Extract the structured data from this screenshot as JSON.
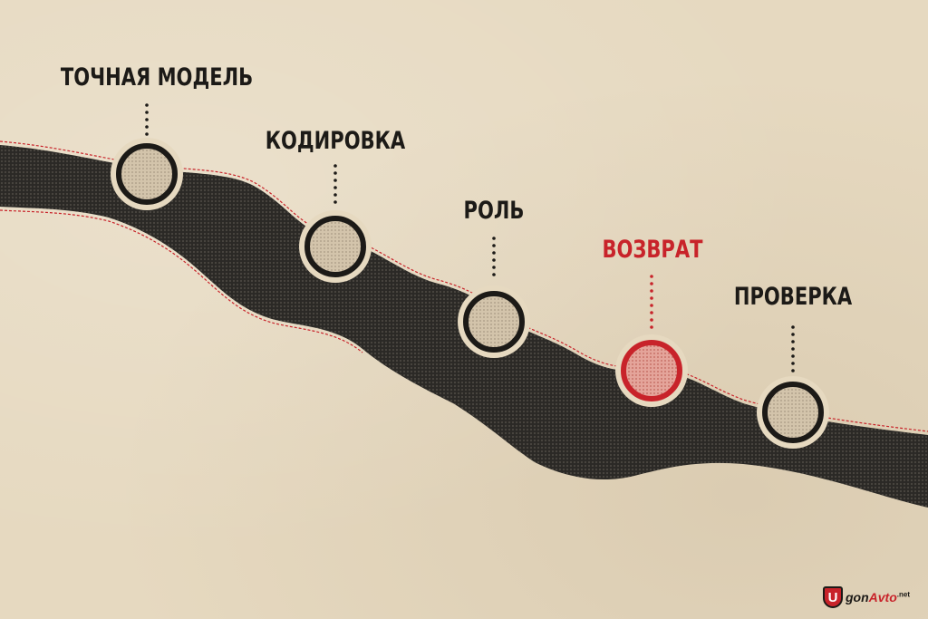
{
  "steps": [
    {
      "label": "ТОЧНАЯ МОДЕЛЬ",
      "highlight": false
    },
    {
      "label": "КОДИРОВКА",
      "highlight": false
    },
    {
      "label": "РОЛЬ",
      "highlight": false
    },
    {
      "label": "ВОЗВРАТ",
      "highlight": true
    },
    {
      "label": "ПРОВЕРКА",
      "highlight": false
    }
  ],
  "colors": {
    "road": "#262421",
    "accent": "#c8232a",
    "node_fill": "#cfbfa8",
    "node_fill_accent": "#dc8f86",
    "background": "#e6d9c0"
  },
  "watermark": {
    "letter": "U",
    "part1": "gon",
    "part2": "Avto",
    "suffix": ".net"
  }
}
